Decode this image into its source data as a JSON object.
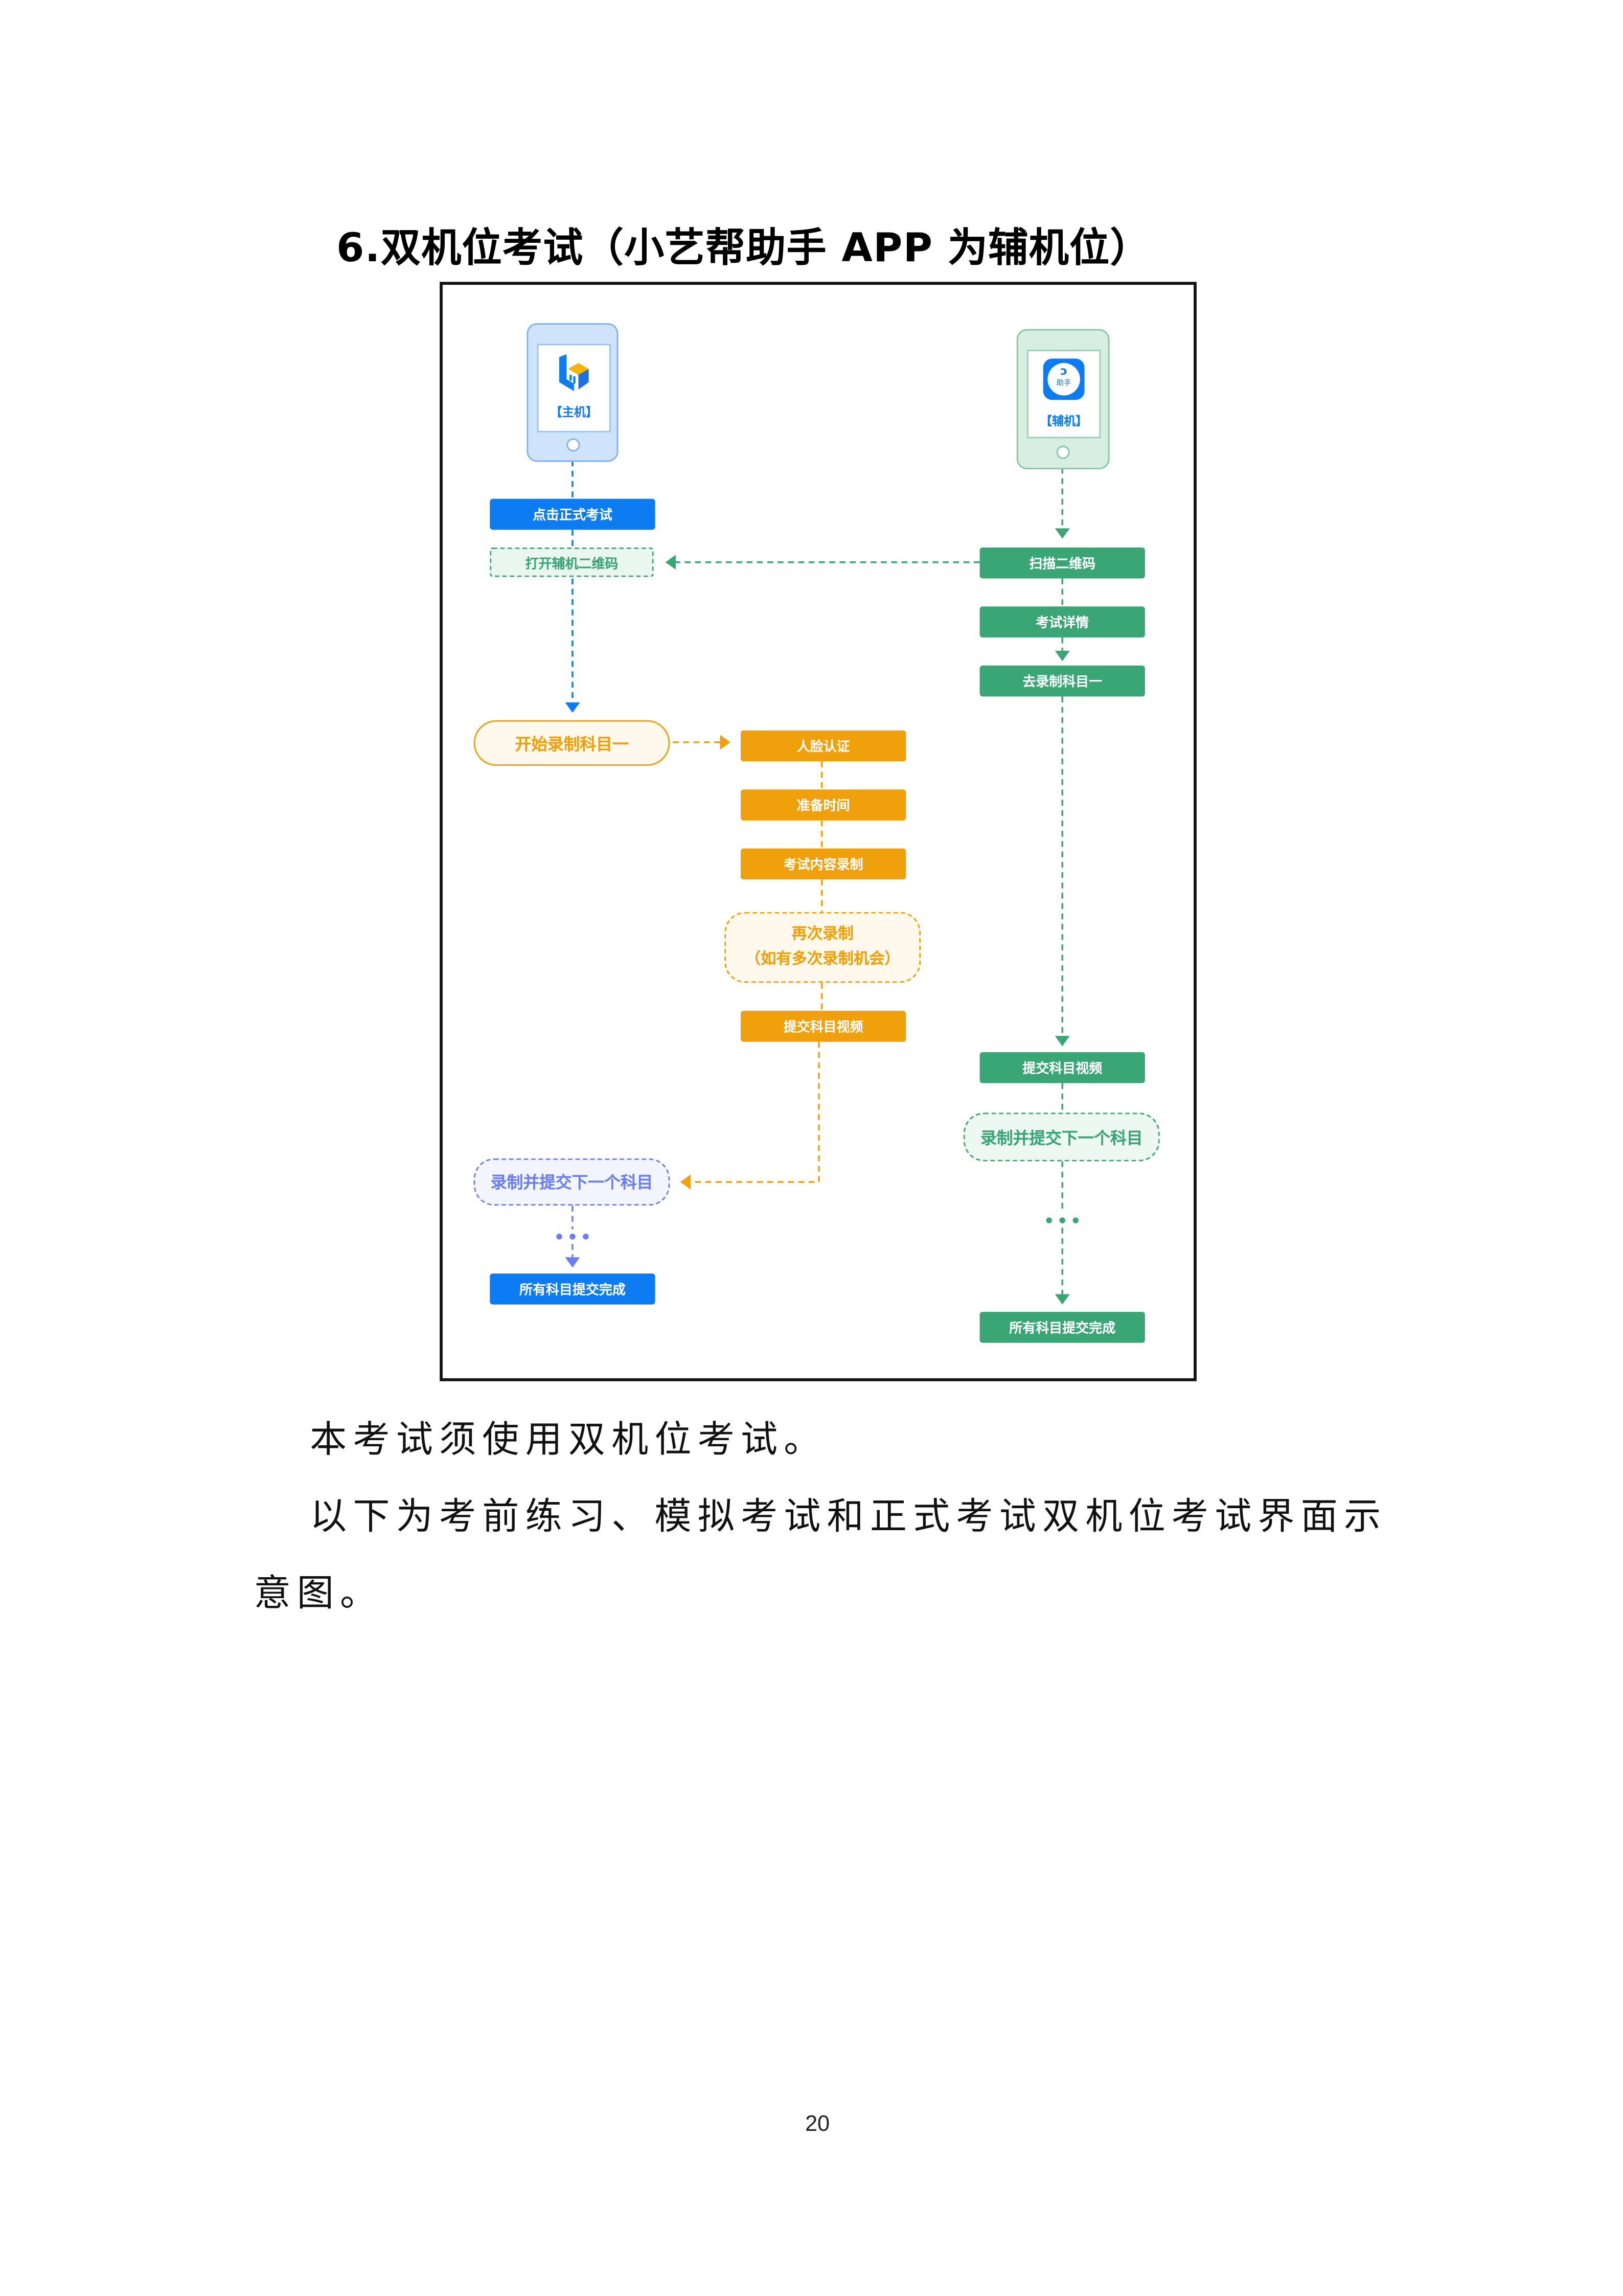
{
  "heading": "6.双机位考试（小艺帮助手 APP 为辅机位）",
  "flowchart": {
    "main_device": {
      "label": "【主机】",
      "icon": "xiaoyibang-app-logo"
    },
    "aux_device": {
      "label": "【辅机】",
      "icon": "xiaoyibang-helper-app-logo",
      "icon_text": "助手"
    },
    "main_steps": {
      "click_formal_exam": "点击正式考试",
      "open_aux_qr": "打开辅机二维码",
      "start_subject_one": "开始录制科目一",
      "next_subject": "录制并提交下一个科目",
      "all_done": "所有科目提交完成"
    },
    "record_steps": {
      "face_verify": "人脸认证",
      "prep_time": "准备时间",
      "content_record": "考试内容录制",
      "rerecord_line1": "再次录制",
      "rerecord_line2": "（如有多次录制机会）",
      "submit_video": "提交科目视频"
    },
    "aux_steps": {
      "scan_qr": "扫描二维码",
      "exam_details": "考试详情",
      "go_record_one": "去录制科目一",
      "submit_video": "提交科目视频",
      "next_subject": "录制并提交下一个科目",
      "all_done": "所有科目提交完成"
    },
    "colors": {
      "blue": "#0d7cf2",
      "green": "#3aa676",
      "orange": "#f0a00a",
      "purple": "#6b7ff0"
    }
  },
  "paragraphs": [
    "本考试须使用双机位考试。",
    "以下为考前练习、模拟考试和正式考试双机位考试界面示",
    "意图。"
  ],
  "page_number": "20"
}
